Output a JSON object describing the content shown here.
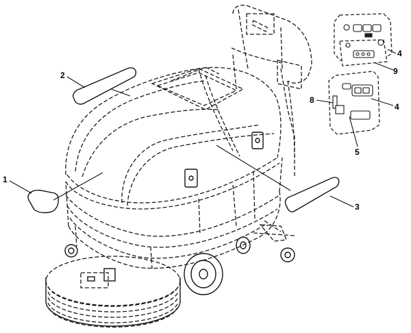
{
  "diagram": {
    "callouts": [
      {
        "id": "c1",
        "label": "1"
      },
      {
        "id": "c2",
        "label": "2"
      },
      {
        "id": "c3",
        "label": "3"
      },
      {
        "id": "c4a",
        "label": "4"
      },
      {
        "id": "c4b",
        "label": "4"
      },
      {
        "id": "c5",
        "label": "5"
      },
      {
        "id": "c8",
        "label": "8"
      },
      {
        "id": "c9",
        "label": "9"
      }
    ],
    "colors": {
      "line": "#111111",
      "background": "#ffffff"
    }
  }
}
